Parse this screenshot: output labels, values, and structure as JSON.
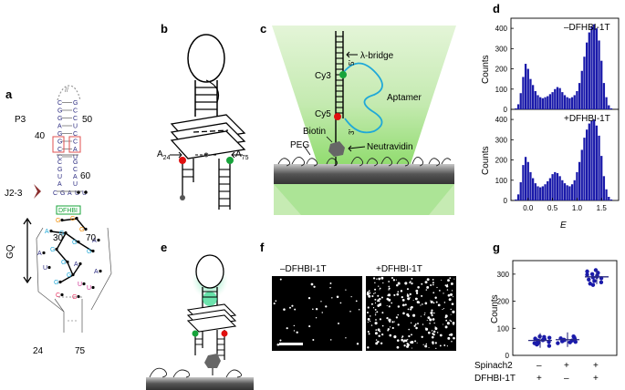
{
  "panels": {
    "a": "a",
    "b": "b",
    "c": "c",
    "d": "d",
    "e": "e",
    "f": "f",
    "g": "g"
  },
  "colors": {
    "blue": "#1a1aaa",
    "red": "#e01010",
    "green": "#17a33a",
    "orange": "#f08a00",
    "cyan": "#1fa8d8",
    "magenta": "#cc2b8f",
    "pink": "#e83060",
    "navy": "#2a2a80",
    "gray": "#666666"
  },
  "panel_a": {
    "p3": "P3",
    "j23": "J2-3",
    "gq": "GQ",
    "n50": "50",
    "n40": "40",
    "n60": "60",
    "n30": "30",
    "n70": "70",
    "n24": "24",
    "n75": "75",
    "dfhbi": "DFHBI",
    "stem_left": [
      "C",
      "G",
      "G",
      "A",
      "G",
      "G",
      "C",
      "C"
    ],
    "stem_right": [
      "G",
      "C",
      "C",
      "U",
      "C",
      "C",
      "A",
      "U"
    ]
  },
  "panel_b": {
    "a24": "A",
    "a24sub": "24",
    "a75": "A",
    "a75sub": "75"
  },
  "panel_c": {
    "lambda": "λ-bridge",
    "five": "5′",
    "three": "3′",
    "cy3": "Cy3",
    "cy5": "Cy5",
    "aptamer": "Aptamer",
    "biotin": "Biotin",
    "peg": "PEG",
    "neutravidin": "Neutravidin"
  },
  "panel_f": {
    "left": "–DFHBI-1T",
    "right": "+DFHBI-1T"
  },
  "panel_g": {
    "row1": "Spinach2",
    "row2": "DFHBI-1T",
    "row1_vals": [
      "–",
      "+",
      "+"
    ],
    "row2_vals": [
      "+",
      "–",
      "+"
    ]
  },
  "chart_data": [
    {
      "type": "bar",
      "title": "–DFHBI-1T",
      "xlabel": "",
      "ylabel": "Counts",
      "xlim": [
        -0.35,
        1.85
      ],
      "ylim": [
        0,
        450
      ],
      "yticks": [
        "0",
        "100",
        "200",
        "300",
        "400"
      ],
      "x": [
        -0.25,
        -0.2,
        -0.15,
        -0.1,
        -0.05,
        0,
        0.05,
        0.1,
        0.15,
        0.2,
        0.25,
        0.3,
        0.35,
        0.4,
        0.45,
        0.5,
        0.55,
        0.6,
        0.65,
        0.7,
        0.75,
        0.8,
        0.85,
        0.9,
        0.95,
        1,
        1.05,
        1.1,
        1.15,
        1.2,
        1.25,
        1.3,
        1.35,
        1.4,
        1.45,
        1.5,
        1.55,
        1.6,
        1.65,
        1.7
      ],
      "values": [
        5,
        25,
        80,
        160,
        225,
        200,
        150,
        120,
        90,
        70,
        60,
        55,
        60,
        65,
        75,
        85,
        100,
        110,
        105,
        85,
        70,
        60,
        55,
        60,
        70,
        90,
        130,
        190,
        260,
        330,
        380,
        410,
        420,
        400,
        340,
        240,
        130,
        60,
        20,
        5
      ]
    },
    {
      "type": "bar",
      "title": "+DFHBI-1T",
      "xlabel": "E",
      "ylabel": "Counts",
      "xlim": [
        -0.35,
        1.85
      ],
      "ylim": [
        0,
        450
      ],
      "yticks": [
        "0",
        "100",
        "200",
        "300",
        "400"
      ],
      "xticks": [
        "0.0",
        "0.5",
        "1.0",
        "1.5"
      ],
      "x": [
        -0.25,
        -0.2,
        -0.15,
        -0.1,
        -0.05,
        0,
        0.05,
        0.1,
        0.15,
        0.2,
        0.25,
        0.3,
        0.35,
        0.4,
        0.45,
        0.5,
        0.55,
        0.6,
        0.65,
        0.7,
        0.75,
        0.8,
        0.85,
        0.9,
        0.95,
        1,
        1.05,
        1.1,
        1.15,
        1.2,
        1.25,
        1.3,
        1.35,
        1.4,
        1.45,
        1.5,
        1.55,
        1.6,
        1.65,
        1.7
      ],
      "values": [
        5,
        30,
        90,
        175,
        215,
        190,
        140,
        110,
        85,
        70,
        65,
        70,
        80,
        95,
        110,
        130,
        140,
        135,
        120,
        100,
        85,
        75,
        70,
        80,
        100,
        140,
        190,
        250,
        310,
        350,
        380,
        395,
        400,
        370,
        320,
        220,
        120,
        55,
        18,
        5
      ]
    },
    {
      "type": "scatter",
      "ylabel": "Counts",
      "ylim": [
        0,
        350
      ],
      "yticks": [
        "0",
        "100",
        "200",
        "300"
      ],
      "categories": [
        "1",
        "2",
        "3"
      ],
      "series": [
        {
          "values": [
            40,
            45,
            50,
            55,
            58,
            62,
            65,
            48,
            52,
            70,
            35,
            60,
            42,
            56,
            68
          ]
        },
        {
          "values": [
            45,
            50,
            55,
            60,
            63,
            52,
            58,
            66,
            48,
            70,
            56
          ]
        },
        {
          "values": [
            260,
            270,
            280,
            285,
            290,
            295,
            300,
            305,
            310,
            275,
            288,
            298,
            315,
            265
          ]
        }
      ],
      "means": [
        55,
        58,
        290
      ]
    }
  ]
}
